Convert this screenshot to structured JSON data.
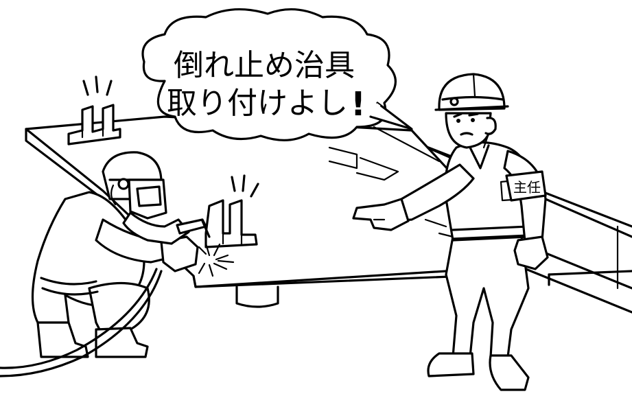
{
  "speech": {
    "line1": "倒れ止め治具",
    "line2": "取り付けよし",
    "exclamation": "!"
  },
  "armband": {
    "text": "主任"
  }
}
